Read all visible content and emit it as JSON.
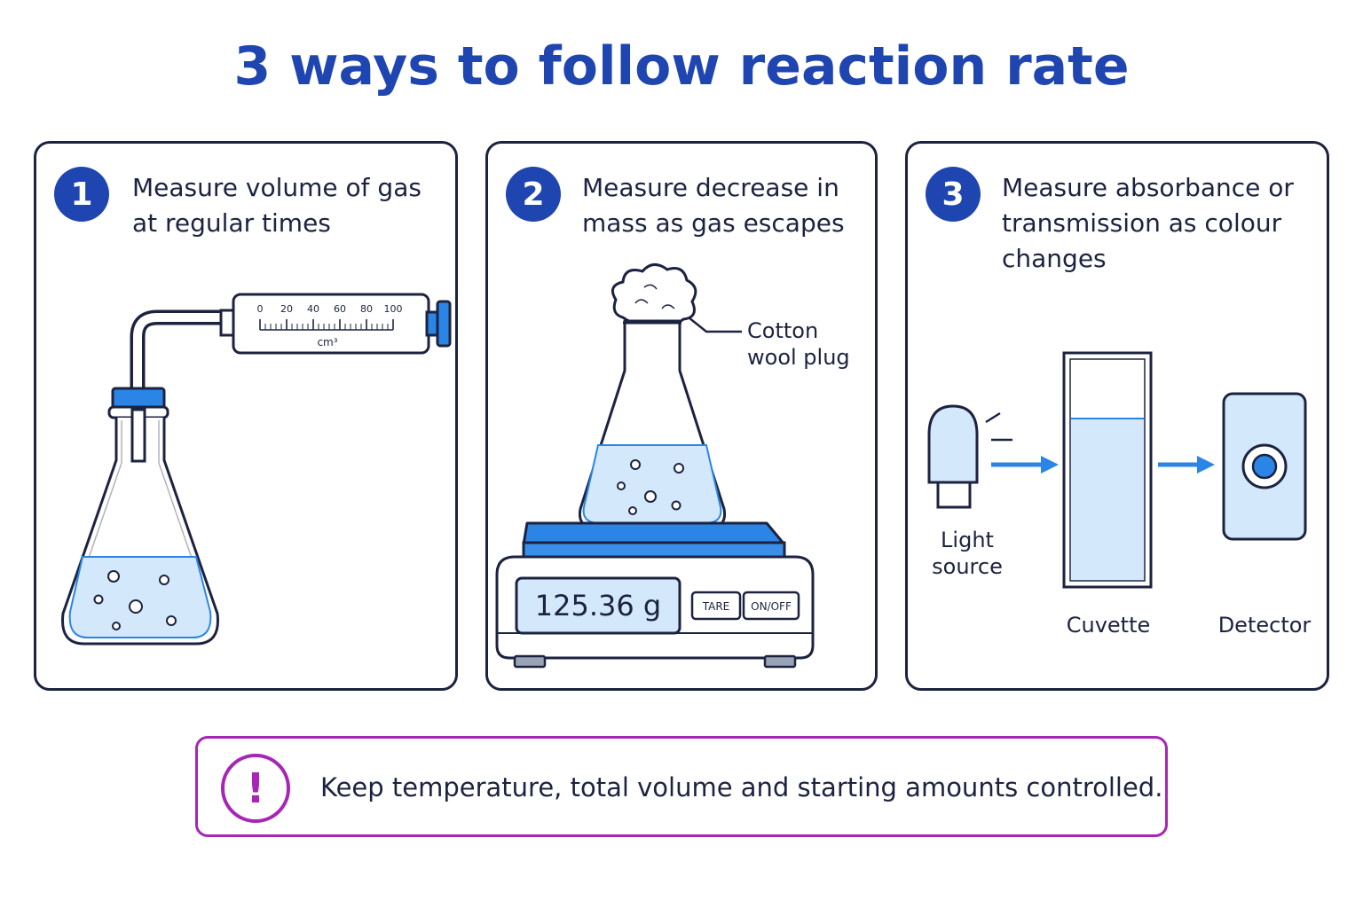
{
  "title": "3 ways to follow reaction rate",
  "colors": {
    "primary": "#1f45b0",
    "accent_blue": "#2a85e6",
    "liquid": "#d3e8fb",
    "outline": "#1c2340",
    "warning": "#a626b5"
  },
  "panels": [
    {
      "number": "1",
      "heading": "Measure volume of gas\nat regular times",
      "syringe_scale": [
        "0",
        "20",
        "40",
        "60",
        "80",
        "100"
      ],
      "syringe_unit": "cm³"
    },
    {
      "number": "2",
      "heading": "Measure decrease in\nmass as gas escapes",
      "plug_label": "Cotton\nwool plug",
      "balance_reading": "125.36 g",
      "tare_label": "TARE",
      "onoff_label": "ON/OFF"
    },
    {
      "number": "3",
      "heading": "Measure absorbance or\ntransmission as colour\nchanges",
      "light_source_label": "Light\nsource",
      "cuvette_label": "Cuvette",
      "detector_label": "Detector"
    }
  ],
  "note": {
    "icon": "exclamation-icon",
    "symbol": "!",
    "text": "Keep temperature, total volume and starting amounts controlled."
  }
}
